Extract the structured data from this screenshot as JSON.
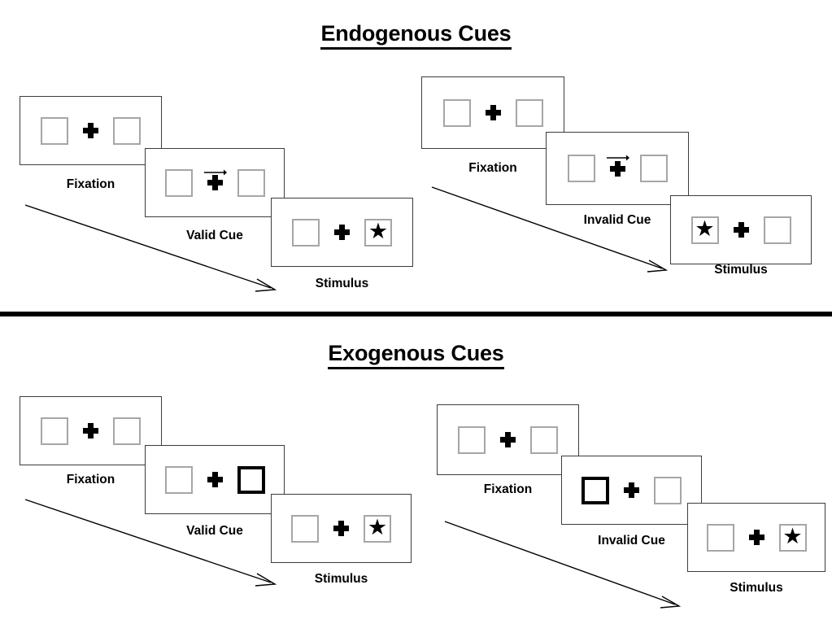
{
  "sections": [
    {
      "id": "endogenous",
      "title": "Endogenous Cues",
      "columns": [
        {
          "id": "endo-valid",
          "panels": [
            {
              "label": "Fixation",
              "left_box": "empty",
              "right_box": "empty",
              "cue": "none",
              "arrow_direction": "",
              "target_side": ""
            },
            {
              "label": "Valid Cue",
              "left_box": "empty",
              "right_box": "empty",
              "cue": "arrow",
              "arrow_direction": "right",
              "target_side": ""
            },
            {
              "label": "Stimulus",
              "left_box": "empty",
              "right_box": "star",
              "cue": "none",
              "arrow_direction": "",
              "target_side": "right"
            }
          ]
        },
        {
          "id": "endo-invalid",
          "panels": [
            {
              "label": "Fixation",
              "left_box": "empty",
              "right_box": "empty",
              "cue": "none",
              "arrow_direction": "",
              "target_side": ""
            },
            {
              "label": "Invalid Cue",
              "left_box": "empty",
              "right_box": "empty",
              "cue": "arrow",
              "arrow_direction": "right",
              "target_side": ""
            },
            {
              "label": "Stimulus",
              "left_box": "star",
              "right_box": "empty",
              "cue": "none",
              "arrow_direction": "",
              "target_side": "left"
            }
          ]
        }
      ]
    },
    {
      "id": "exogenous",
      "title": "Exogenous Cues",
      "columns": [
        {
          "id": "exo-valid",
          "panels": [
            {
              "label": "Fixation",
              "left_box": "empty",
              "right_box": "empty",
              "cue": "none",
              "arrow_direction": "",
              "target_side": ""
            },
            {
              "label": "Valid Cue",
              "left_box": "empty",
              "right_box": "cued",
              "cue": "highlight",
              "arrow_direction": "",
              "target_side": ""
            },
            {
              "label": "Stimulus",
              "left_box": "empty",
              "right_box": "star",
              "cue": "none",
              "arrow_direction": "",
              "target_side": "right"
            }
          ]
        },
        {
          "id": "exo-invalid",
          "panels": [
            {
              "label": "Fixation",
              "left_box": "empty",
              "right_box": "empty",
              "cue": "none",
              "arrow_direction": "",
              "target_side": ""
            },
            {
              "label": "Invalid Cue",
              "left_box": "cued",
              "right_box": "empty",
              "cue": "highlight",
              "arrow_direction": "",
              "target_side": ""
            },
            {
              "label": "Stimulus",
              "left_box": "empty",
              "right_box": "star",
              "cue": "none",
              "arrow_direction": "",
              "target_side": "right"
            }
          ]
        }
      ]
    }
  ],
  "glyphs": {
    "star": "★",
    "cross": "fixation-cross",
    "cue_arrow": "arrow-right-icon",
    "flow_arrow": "time-flow-arrow"
  },
  "colors": {
    "ink": "#000000",
    "frame_border": "#3c3c3c",
    "box_border": "#a6a6a6",
    "cued_box_border": "#000000",
    "background": "#ffffff"
  }
}
